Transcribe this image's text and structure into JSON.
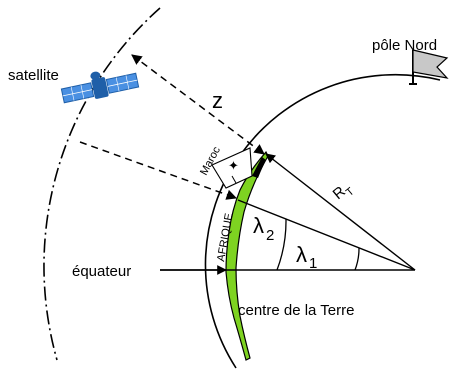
{
  "labels": {
    "satellite": "satellite",
    "north_pole": "pôle Nord",
    "distance": "z",
    "country": "Maroc",
    "continent": "AFRIQUE",
    "earth_radius_main": "R",
    "earth_radius_sub": "T",
    "lambda2_main": "λ",
    "lambda2_sub": "2",
    "lambda1_main": "λ",
    "lambda1_sub": "1",
    "equator": "équateur",
    "earth_center": "centre de la Terre"
  },
  "colors": {
    "ink": "#000000",
    "africa_fill": "#7ed321",
    "satellite_panel": "#4a90e2",
    "satellite_body": "#1f5fa8",
    "flag_fill": "#c8c8c8"
  }
}
